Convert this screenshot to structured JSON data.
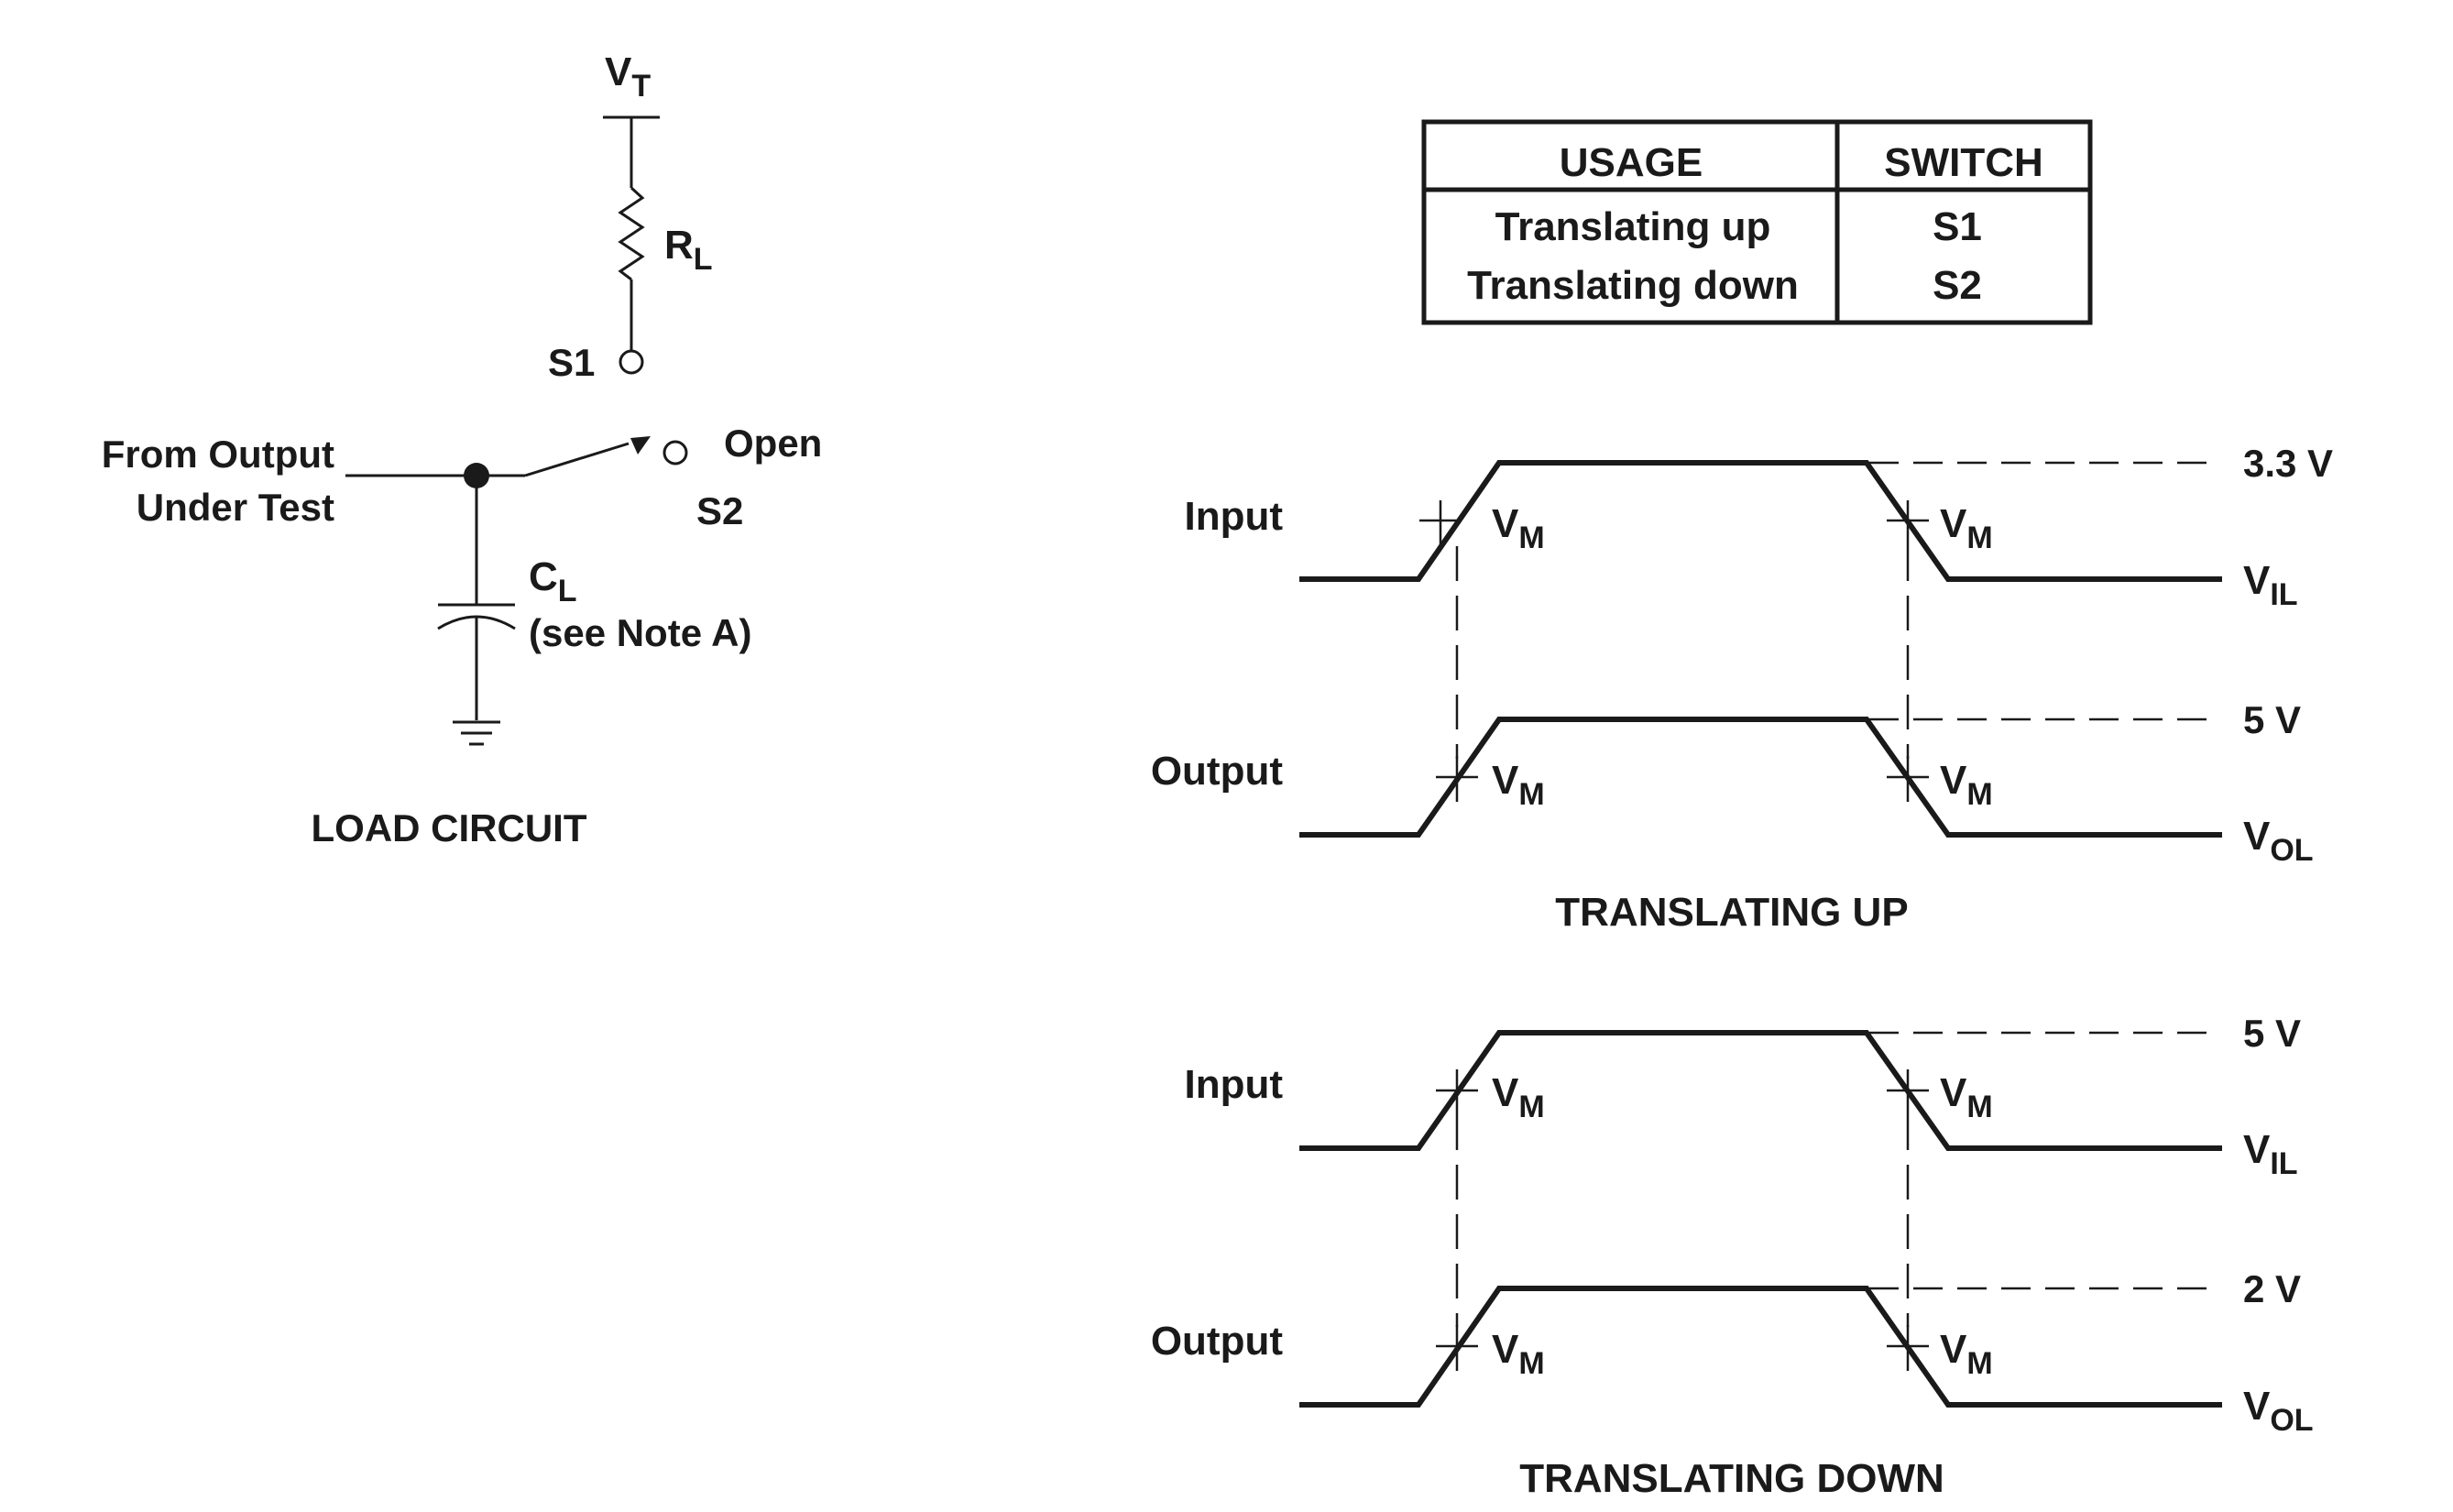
{
  "load_circuit": {
    "vt_main": "V",
    "vt_sub": "T",
    "rl_main": "R",
    "rl_sub": "L",
    "s1": "S1",
    "open": "Open",
    "s2": "S2",
    "from_line1": "From Output",
    "from_line2": "Under Test",
    "cl_main": "C",
    "cl_sub": "L",
    "cl_note": "(see Note A)",
    "caption": "LOAD CIRCUIT"
  },
  "table": {
    "headers": [
      "USAGE",
      "SWITCH"
    ],
    "rows": [
      [
        "Translating up",
        "S1"
      ],
      [
        "Translating down",
        "S2"
      ]
    ]
  },
  "waveforms": {
    "vm_main": "V",
    "vm_sub": "M",
    "vil_main": "V",
    "vil_sub": "IL",
    "vol_main": "V",
    "vol_sub": "OL",
    "up": {
      "caption": "TRANSLATING UP",
      "input_label": "Input",
      "input_high": "3.3 V",
      "output_label": "Output",
      "output_high": "5 V"
    },
    "down": {
      "caption": "TRANSLATING DOWN",
      "input_label": "Input",
      "input_high": "5 V",
      "output_label": "Output",
      "output_high": "2 V"
    }
  }
}
